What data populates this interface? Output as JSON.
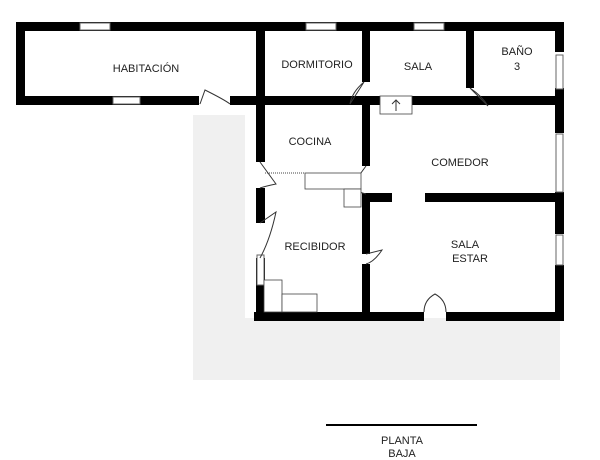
{
  "rooms": {
    "habitacion": "HABITACIÓN",
    "dormitorio": "DORMITORIO",
    "sala": "SALA",
    "bano_line1": "BAÑO",
    "bano_line2": "3",
    "cocina": "COCINA",
    "comedor": "COMEDOR",
    "recibidor": "RECIBIDOR",
    "sala_estar_line1": "SALA",
    "sala_estar_line2": "ESTAR"
  },
  "footer": {
    "line1": "PLANTA",
    "line2": "BAJA"
  },
  "colors": {
    "wall": "#000000",
    "background_shade": "#f0f0f0"
  }
}
